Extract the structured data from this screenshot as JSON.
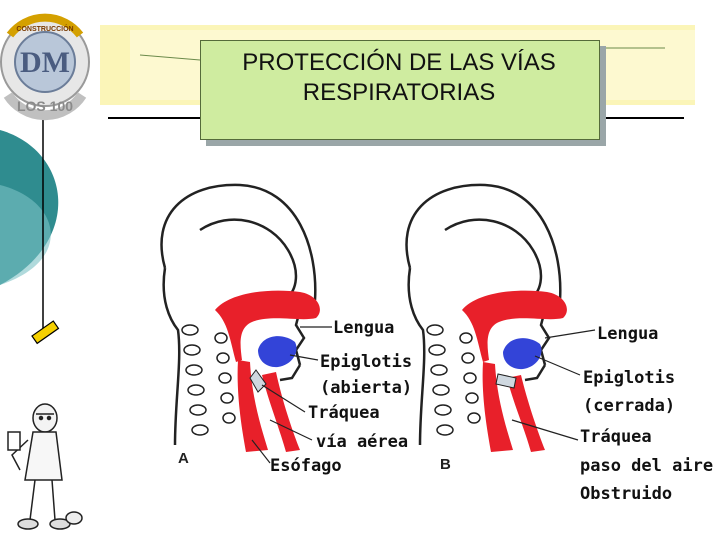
{
  "title": {
    "line1": "PROTECCIÓN DE LAS VÍAS",
    "line2": "RESPIRATORIAS"
  },
  "diagram_a": {
    "letter": "A",
    "labels": [
      "Lengua",
      "Epiglotis",
      "(abierta)",
      "Tráquea",
      "vía aérea",
      "Esófago"
    ]
  },
  "diagram_b": {
    "letter": "B",
    "labels": [
      "Lengua",
      "Epiglotis",
      "(cerrada)",
      "Tráquea",
      "paso del aire",
      "Obstruido"
    ]
  },
  "colors": {
    "tissue_red": "#e8202a",
    "epiglottis_blue": "#3344d8",
    "title_fill": "#cfeca0",
    "accent_teal": "#2f8c8f",
    "accent_yellow": "#f5d000"
  },
  "logo": {
    "text_top": "CONSTRUCCIÓN",
    "text_mid": "DM",
    "text_bottom": "LOS 100"
  }
}
